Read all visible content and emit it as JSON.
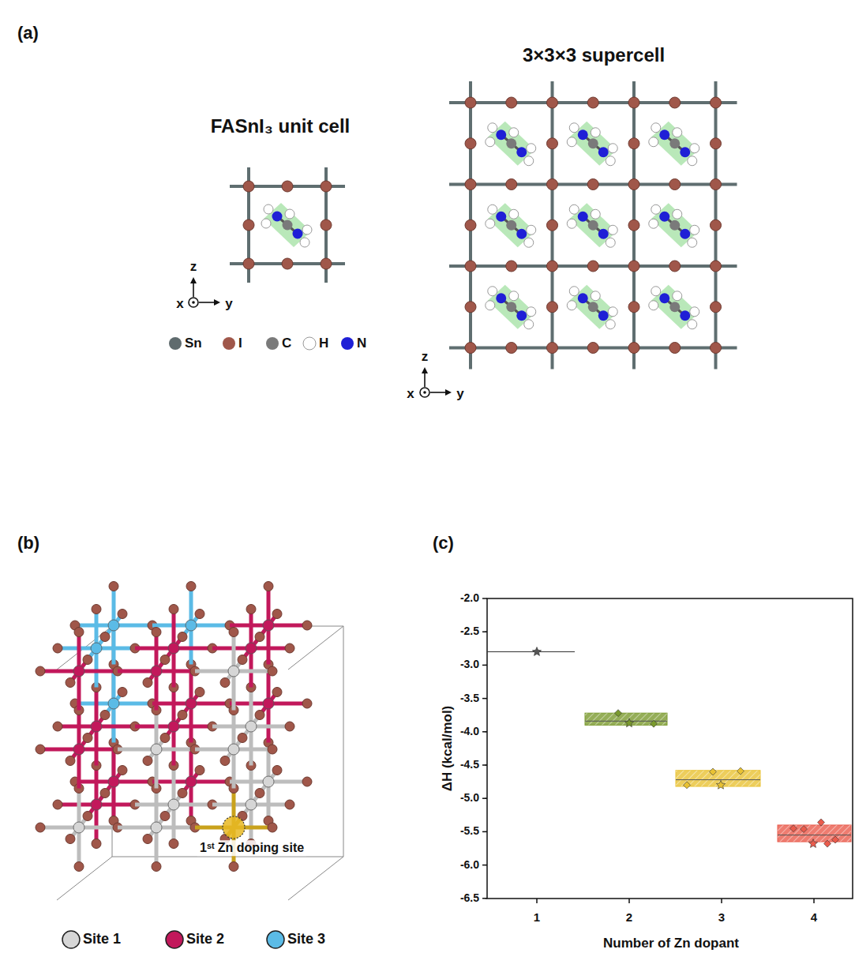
{
  "diagram": {
    "labels": [
      "(a)",
      "FASnI₃ unit cell",
      "3×3×3 supercell",
      "z",
      "x",
      "y",
      "z",
      "x",
      "y",
      "(b)",
      "(c)",
      "1ˢᵗ Zn doping site",
      "-2.0",
      "-2.5",
      "-3.0",
      "-3.5",
      "-4.0",
      "-4.5",
      "-5.0",
      "-5.5",
      "-6.0",
      "-6.5",
      "1",
      "2",
      "3",
      "4",
      "ΔH (kcal/mol)",
      "Number of Zn dopant"
    ],
    "legend": [
      {
        "text": "Sn",
        "color": "#5f6b6e"
      },
      {
        "text": "I",
        "color": "#a0574a"
      },
      {
        "text": "C",
        "color": "#7a7a7a"
      },
      {
        "text": "H",
        "color": "#ffffff"
      },
      {
        "text": "N",
        "color": "#1f1fd6"
      },
      {
        "text": "Site 1",
        "color": "#d6d6d6"
      },
      {
        "text": "Site 2",
        "color": "#c2185b"
      },
      {
        "text": "Site 3",
        "color": "#5bbbe6"
      }
    ]
  }
}
